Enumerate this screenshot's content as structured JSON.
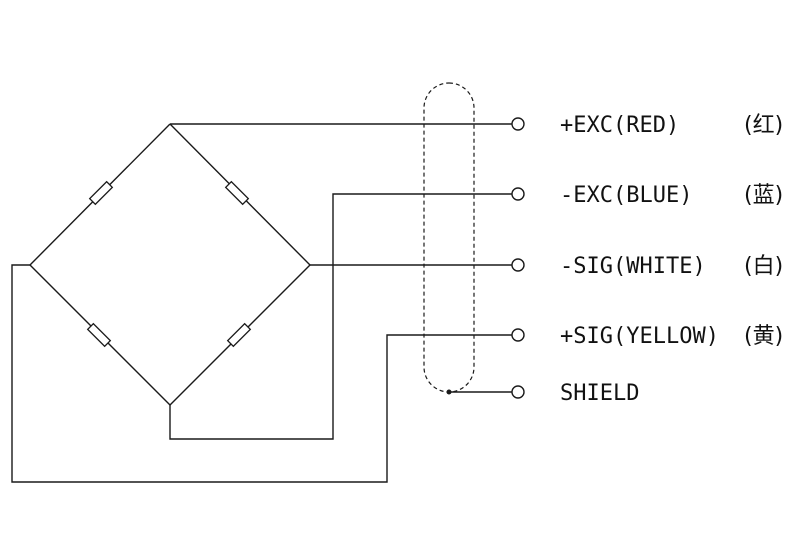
{
  "terminals": [
    {
      "label": "+EXC(RED)",
      "color_cn": "(红)"
    },
    {
      "label": "-EXC(BLUE)",
      "color_cn": "(蓝)"
    },
    {
      "label": "-SIG(WHITE)",
      "color_cn": "(白)"
    },
    {
      "label": "+SIG(YELLOW)",
      "color_cn": "(黄)"
    },
    {
      "label": "SHIELD",
      "color_cn": ""
    }
  ],
  "colors": {
    "line": "#1a1a1a",
    "background": "#ffffff"
  }
}
